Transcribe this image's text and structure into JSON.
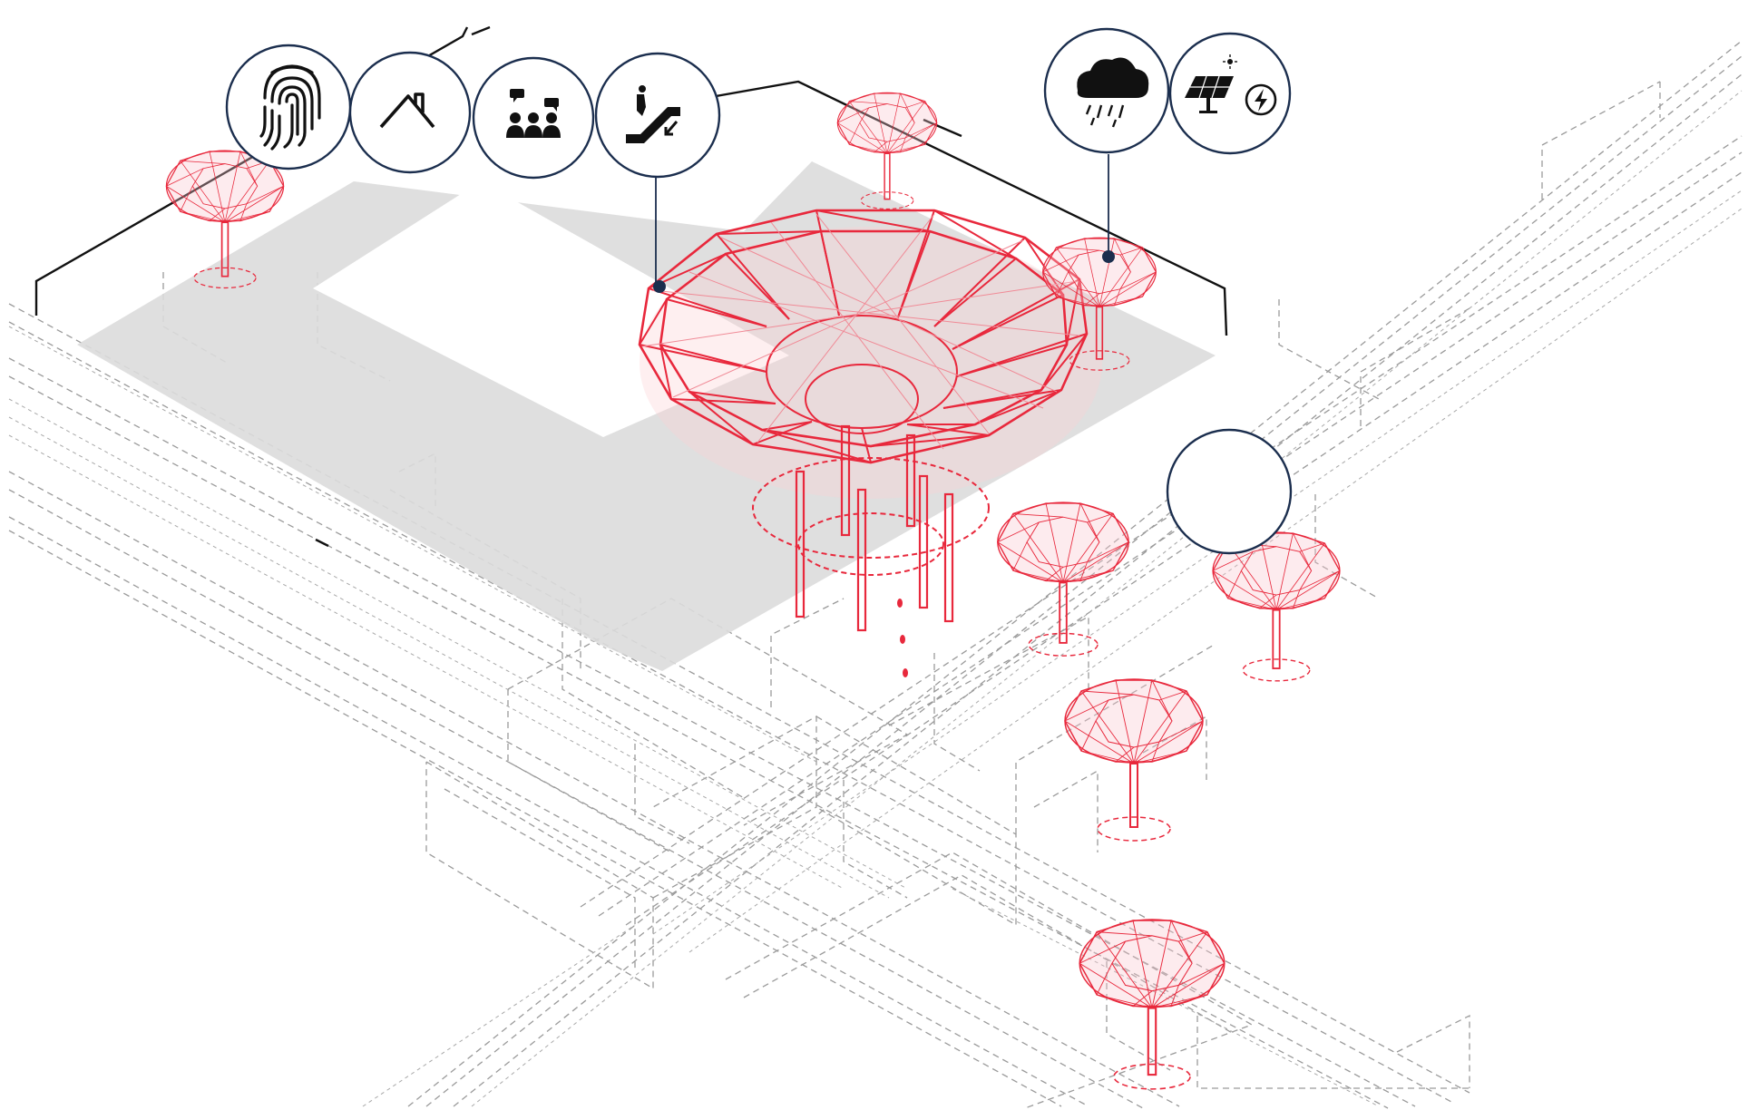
{
  "colors": {
    "structure": "#e8283c",
    "structure_light": "#f6a3ad",
    "outline": "#1b2e4e",
    "wireframe": "#9a9a9a",
    "floor": "#dcdcdc",
    "bracket": "#111111"
  },
  "legend_icons": {
    "left_group": [
      "fingerprint-icon",
      "roof-icon",
      "community-icon",
      "escalator-icon"
    ],
    "right_group": [
      "rain-cloud-icon",
      "solar-energy-icon"
    ],
    "empty": [
      "empty-callout"
    ]
  },
  "structures": {
    "main_canopy": "large-geodesic-canopy",
    "umbrellas": [
      "umbrella-1",
      "umbrella-2",
      "umbrella-3",
      "umbrella-4",
      "umbrella-5",
      "umbrella-6",
      "umbrella-7"
    ]
  }
}
